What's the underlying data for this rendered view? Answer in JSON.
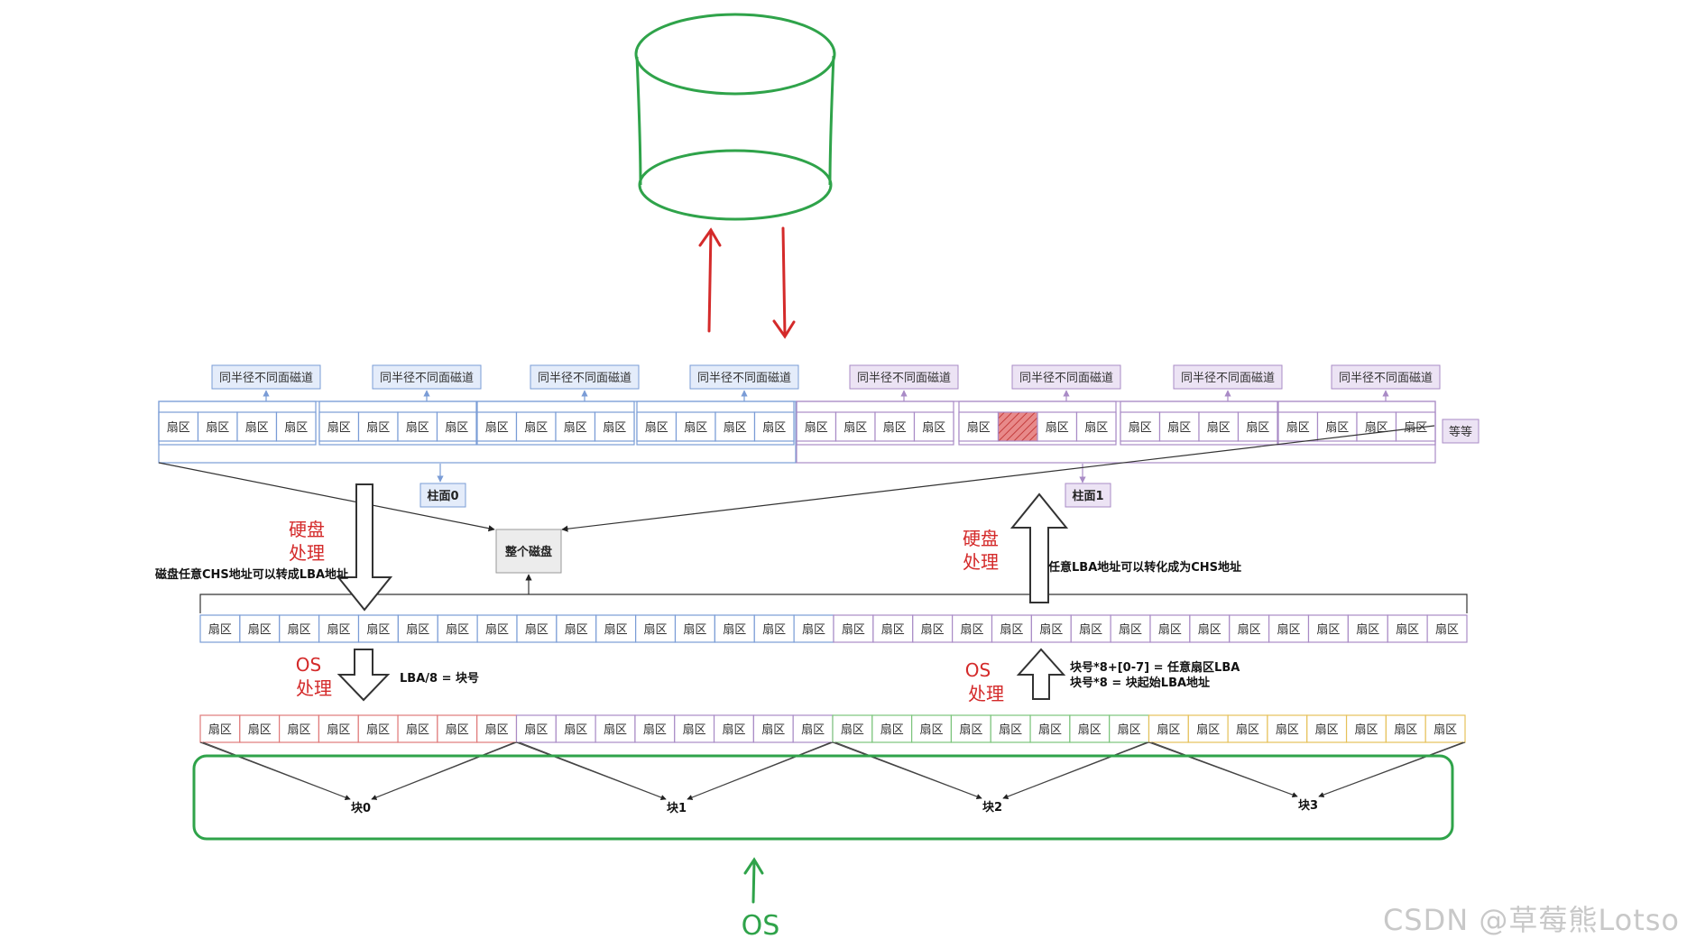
{
  "sector_label": "扇区",
  "track_label": "同半径不同面磁道",
  "etc_label": "等等",
  "cylinder0_label": "柱面0",
  "cylinder1_label": "柱面1",
  "whole_disk_label": "整个磁盘",
  "hw_process_left": [
    "硬盘",
    "处理"
  ],
  "hw_process_right": [
    "硬盘",
    "处理"
  ],
  "os_process_left": [
    "OS",
    "处理"
  ],
  "os_process_right": [
    "OS",
    "处理"
  ],
  "chs_to_lba": "磁盘任意CHS地址可以转成LBA地址",
  "lba_to_chs": "任意LBA地址可以转化成为CHS地址",
  "lba_div": "LBA/8 = 块号",
  "block_formula_1": "块号*8+[0-7] = 任意扇区LBA",
  "block_formula_2": "块号*8 = 块起始LBA地址",
  "blocks": [
    "块0",
    "块1",
    "块2",
    "块3"
  ],
  "os_bottom": "OS",
  "watermark": "CSDN @草莓熊Lotso",
  "colors": {
    "blue": "#7a9cd6",
    "purple": "#a98bc6",
    "red_block": "#e07a7a",
    "green_block": "#7cc47c",
    "yellow_block": "#e6c15a",
    "green_stroke": "#2fa34a",
    "red_ink": "#d42a2a",
    "label_blue_bg": "#e4ecfa",
    "label_purple_bg": "#ece3f4"
  }
}
